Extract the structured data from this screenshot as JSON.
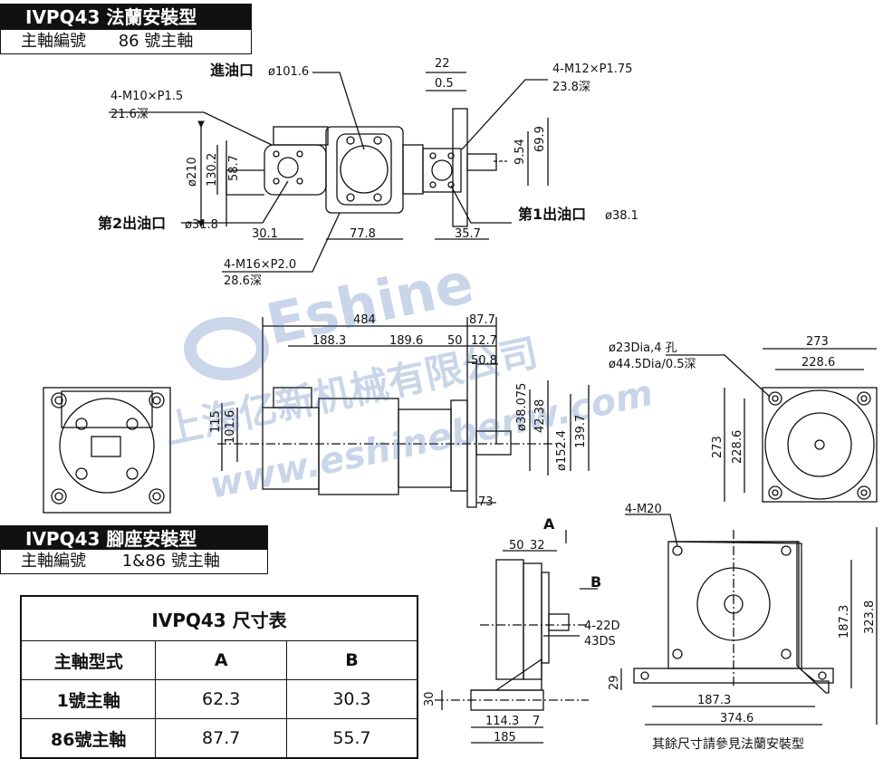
{
  "top_section": {
    "model_title": "IVPQ43 法蘭安裝型",
    "shaft_label": "主軸編號",
    "shaft_value": "86 號主軸"
  },
  "bottom_section": {
    "model_title": "IVPQ43 腳座安裝型",
    "shaft_label": "主軸編號",
    "shaft_value": "1&86 號主軸"
  },
  "labels": {
    "inlet": "進油口",
    "inlet_dia": "ø101.6",
    "outlet2": "第2出油口",
    "outlet2_dia": "ø31.8",
    "outlet1": "第1出油口",
    "outlet1_dia": "ø38.1",
    "thread_a": "4-M10×P1.5",
    "thread_a_depth": "21.6深",
    "thread_b": "4-M16×P2.0",
    "thread_b_depth": "28.6深",
    "thread_c": "4-M12×P1.75",
    "thread_c_depth": "23.8深",
    "hole_a": "ø23Dia,4 孔",
    "hole_b": "ø44.5Dia/0.5深",
    "foot_thread": "4-M20",
    "foot_holes": "4-22D",
    "foot_holes2": "43DS",
    "note": "其餘尺寸請參見法蘭安裝型",
    "arrow_a": "A",
    "arrow_b": "B"
  },
  "dims": {
    "d210": "ø210",
    "d130_2": "130.2",
    "d58_7": "58.7",
    "d30_1": "30.1",
    "d77_8": "77.8",
    "d22": "22",
    "d0_5": "0.5",
    "d35_7": "35.7",
    "d9_54": "9.54",
    "d69_9": "69.9",
    "d484": "484",
    "d87_7": "87.7",
    "d188_3": "188.3",
    "d189_6": "189.6",
    "d50": "50",
    "d12_7": "12.7",
    "d50_8": "50.8",
    "d115": "115",
    "d101_6": "101.6",
    "d38_075": "ø38.075",
    "d42_38": "42.38",
    "d152_4": "ø152.4",
    "d139_7": "139.7",
    "d73": "73",
    "d273_top": "273",
    "d228_6_top": "228.6",
    "d273_side": "273",
    "d228_6_side": "228.6",
    "f50": "50",
    "f32": "32",
    "f30": "30",
    "f114_3": "114.3",
    "f7": "7",
    "f185": "185",
    "f29": "29",
    "f187_3h": "187.3",
    "f374_6": "374.6",
    "f187_3v": "187.3",
    "f323_8": "323.8"
  },
  "watermark": {
    "brand": "Eshine",
    "company": "上海亿新机械有限公司",
    "url": "www.eshinebenw.com"
  },
  "table": {
    "title": "IVPQ43 尺寸表",
    "headers": [
      "主軸型式",
      "A",
      "B"
    ],
    "rows": [
      [
        "1號主軸",
        "62.3",
        "30.3"
      ],
      [
        "86號主軸",
        "87.7",
        "55.7"
      ]
    ]
  }
}
